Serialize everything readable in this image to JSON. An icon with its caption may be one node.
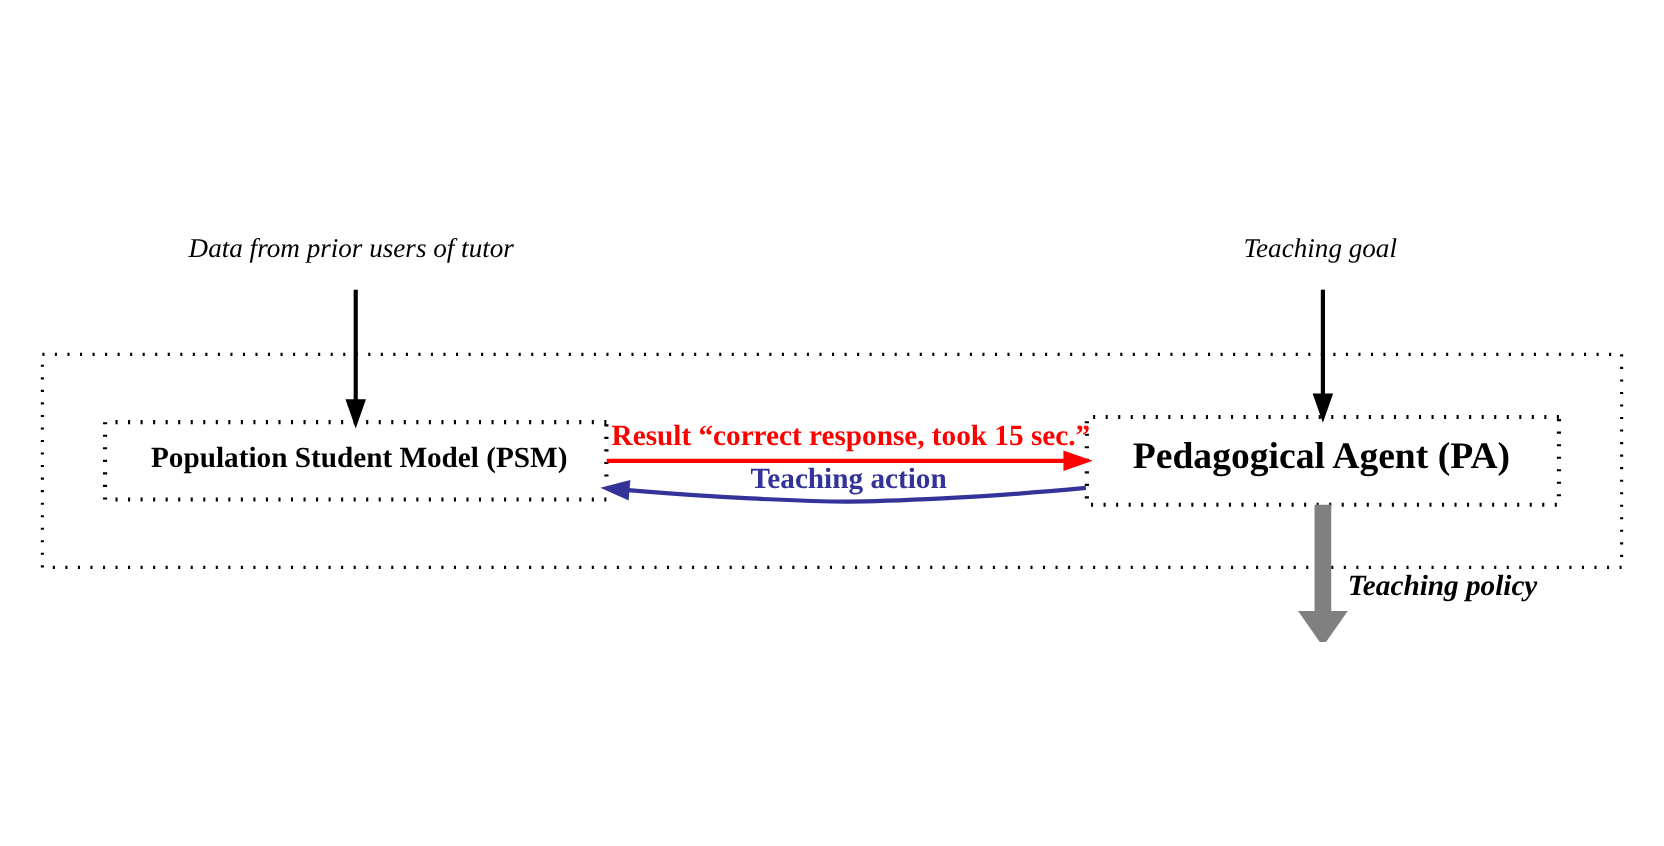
{
  "diagram": {
    "nodes": [
      {
        "text": [],
        "shape": "box"
      },
      {
        "text": [
          "Population Student Model (PSM)"
        ],
        "in": 0
      },
      {
        "text": [
          "Pedagogical Agent (PA)"
        ],
        "in": 0
      },
      {
        "text": [
          "Data from prior users of tutor"
        ]
      },
      {
        "text": [
          "Teaching goal"
        ]
      }
    ],
    "edges": [
      {
        "from": 3,
        "to": 1,
        "arrow": "to"
      },
      {
        "from": 4,
        "to": 2,
        "arrow": "to"
      },
      {
        "from": 2,
        "to": 1,
        "arrow": "to",
        "label": "Teaching action",
        "color": "#333399"
      },
      {
        "from": 1,
        "to": 2,
        "arrow": "to",
        "label": "Result “correct response, took 15 sec.”",
        "color": "#ff0000"
      },
      {
        "from": 2,
        "to": null,
        "arrow": "to",
        "label": "Teaching policy",
        "style": "thick",
        "color": "#808080"
      }
    ]
  }
}
